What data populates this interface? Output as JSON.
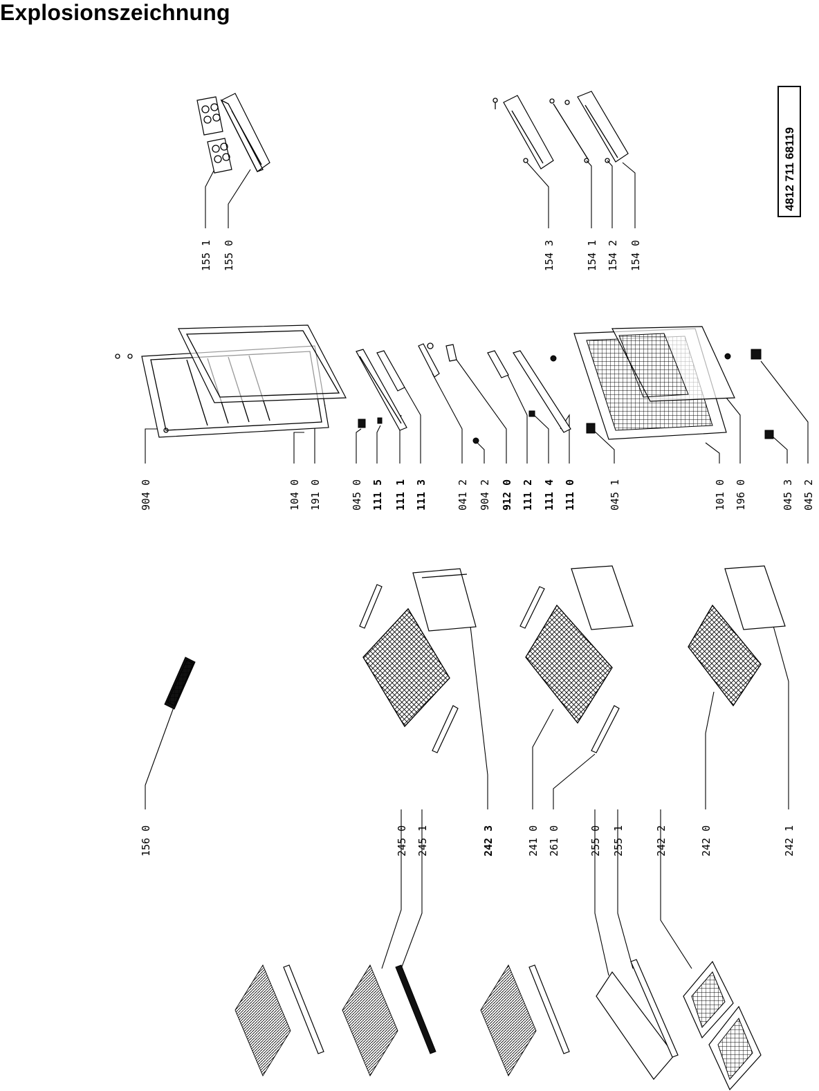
{
  "title": "Explosionszeichnung",
  "document_code": "4812  711  68119",
  "labels": {
    "l_156_0": "156 0",
    "l_245_0": "245 0",
    "l_245_1": "245 1",
    "l_242_3": "242 3",
    "l_241_0": "241 0",
    "l_261_0": "261 0",
    "l_255_0": "255 0",
    "l_255_1": "255 1",
    "l_242_2": "242 2",
    "l_242_0": "242 0",
    "l_242_1": "242 1",
    "l_904_0": "904 0",
    "l_104_0": "104 0",
    "l_191_0": "191 0",
    "l_045_0": "045 0",
    "l_111_5": "111 5",
    "l_111_1": "111 1",
    "l_111_3": "111 3",
    "l_041_2": "041 2",
    "l_904_2": "904 2",
    "l_912_0": "912 0",
    "l_111_2": "111 2",
    "l_111_4": "111 4",
    "l_111_0": "111 0",
    "l_045_1": "045 1",
    "l_101_0": "101 0",
    "l_196_0": "196 0",
    "l_045_3": "045 3",
    "l_045_2": "045 2",
    "l_155_1": "155 1",
    "l_155_0": "155 0",
    "l_154_3": "154 3",
    "l_154_1": "154 1",
    "l_154_2": "154 2",
    "l_154_0": "154 0"
  }
}
